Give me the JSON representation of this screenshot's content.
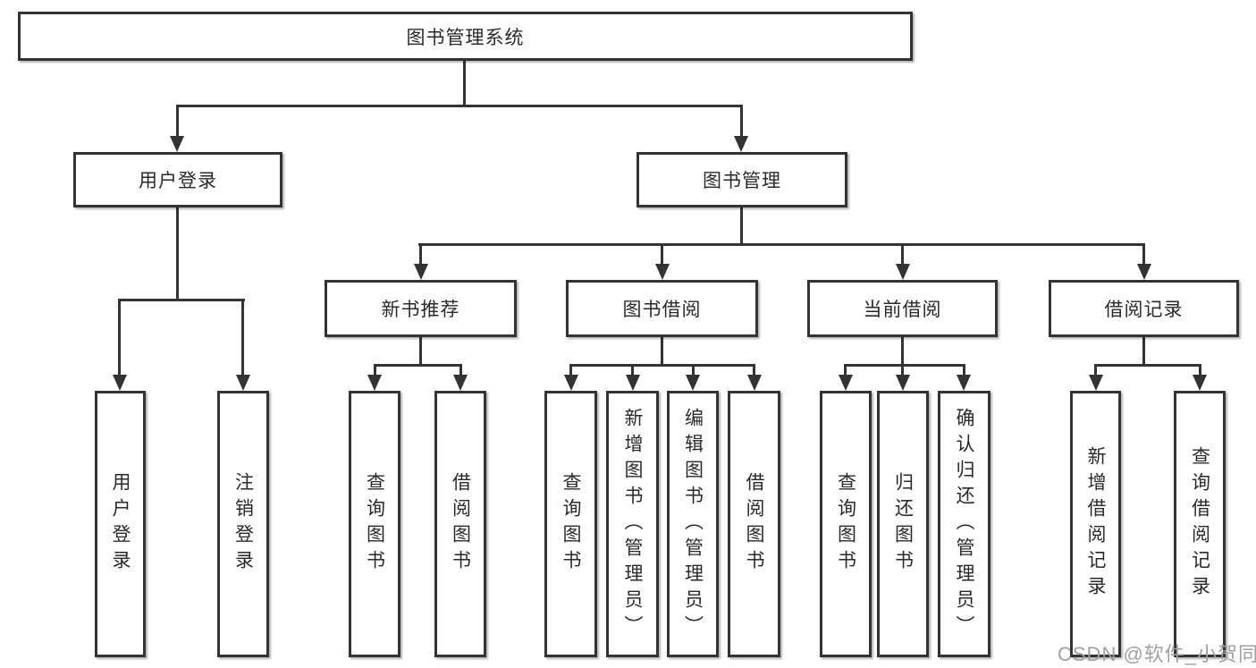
{
  "diagram_title": "图书管理系统",
  "colors": {
    "line": "#333333",
    "box_border": "#333333",
    "background": "#ffffff",
    "text": "#2a2a2a",
    "watermark": "#a0a0a0"
  },
  "tree": {
    "label": "图书管理系统",
    "children": [
      {
        "label": "用户登录",
        "children": [
          {
            "label": "用户登录"
          },
          {
            "label": "注销登录"
          }
        ]
      },
      {
        "label": "图书管理",
        "children": [
          {
            "label": "新书推荐",
            "children": [
              {
                "label": "查询图书"
              },
              {
                "label": "借阅图书"
              }
            ]
          },
          {
            "label": "图书借阅",
            "children": [
              {
                "label": "查询图书"
              },
              {
                "label": "新增图书（管理员）"
              },
              {
                "label": "编辑图书（管理员）"
              },
              {
                "label": "借阅图书"
              }
            ]
          },
          {
            "label": "当前借阅",
            "children": [
              {
                "label": "查询图书"
              },
              {
                "label": "归还图书"
              },
              {
                "label": "确认归还（管理员）"
              }
            ]
          },
          {
            "label": "借阅记录",
            "children": [
              {
                "label": "新增借阅记录"
              },
              {
                "label": "查询借阅记录"
              }
            ]
          }
        ]
      }
    ]
  },
  "watermark": "CSDN @软件_小贺同学"
}
